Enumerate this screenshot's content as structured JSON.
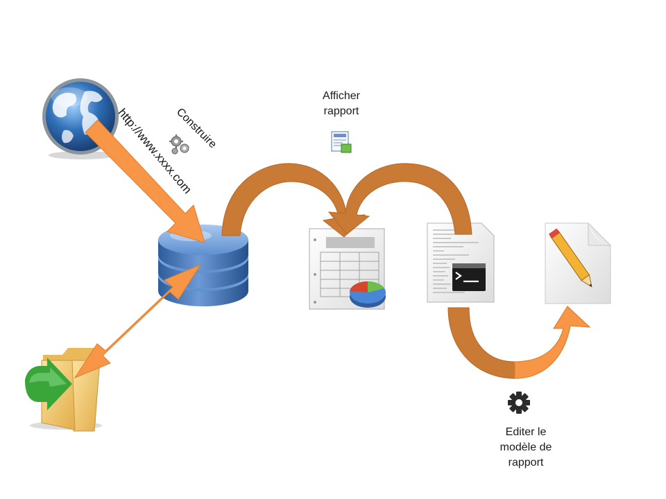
{
  "labels": {
    "url": "http://www.xxxx.com",
    "build": "Construire",
    "show_report_line1": "Afficher",
    "show_report_line2": "rapport",
    "edit_template_line1": "Editer le",
    "edit_template_line2": "modèle de",
    "edit_template_line3": "rapport"
  },
  "colors": {
    "arrow_light": "#f79646",
    "arrow_dark": "#c0702c",
    "globe": "#2f6fb7",
    "database": "#4a7fc0",
    "folder": "#f2c96a",
    "green_arrow": "#3aa63a",
    "pencil": "#f2b233"
  },
  "icons": {
    "globe": "globe-icon",
    "database": "database-icon",
    "folder": "folder-import-icon",
    "report": "report-table-chart-icon",
    "script": "script-terminal-icon",
    "edit": "document-edit-icon",
    "gears": "gears-icon",
    "report_small": "report-small-icon",
    "gear": "gear-icon"
  }
}
